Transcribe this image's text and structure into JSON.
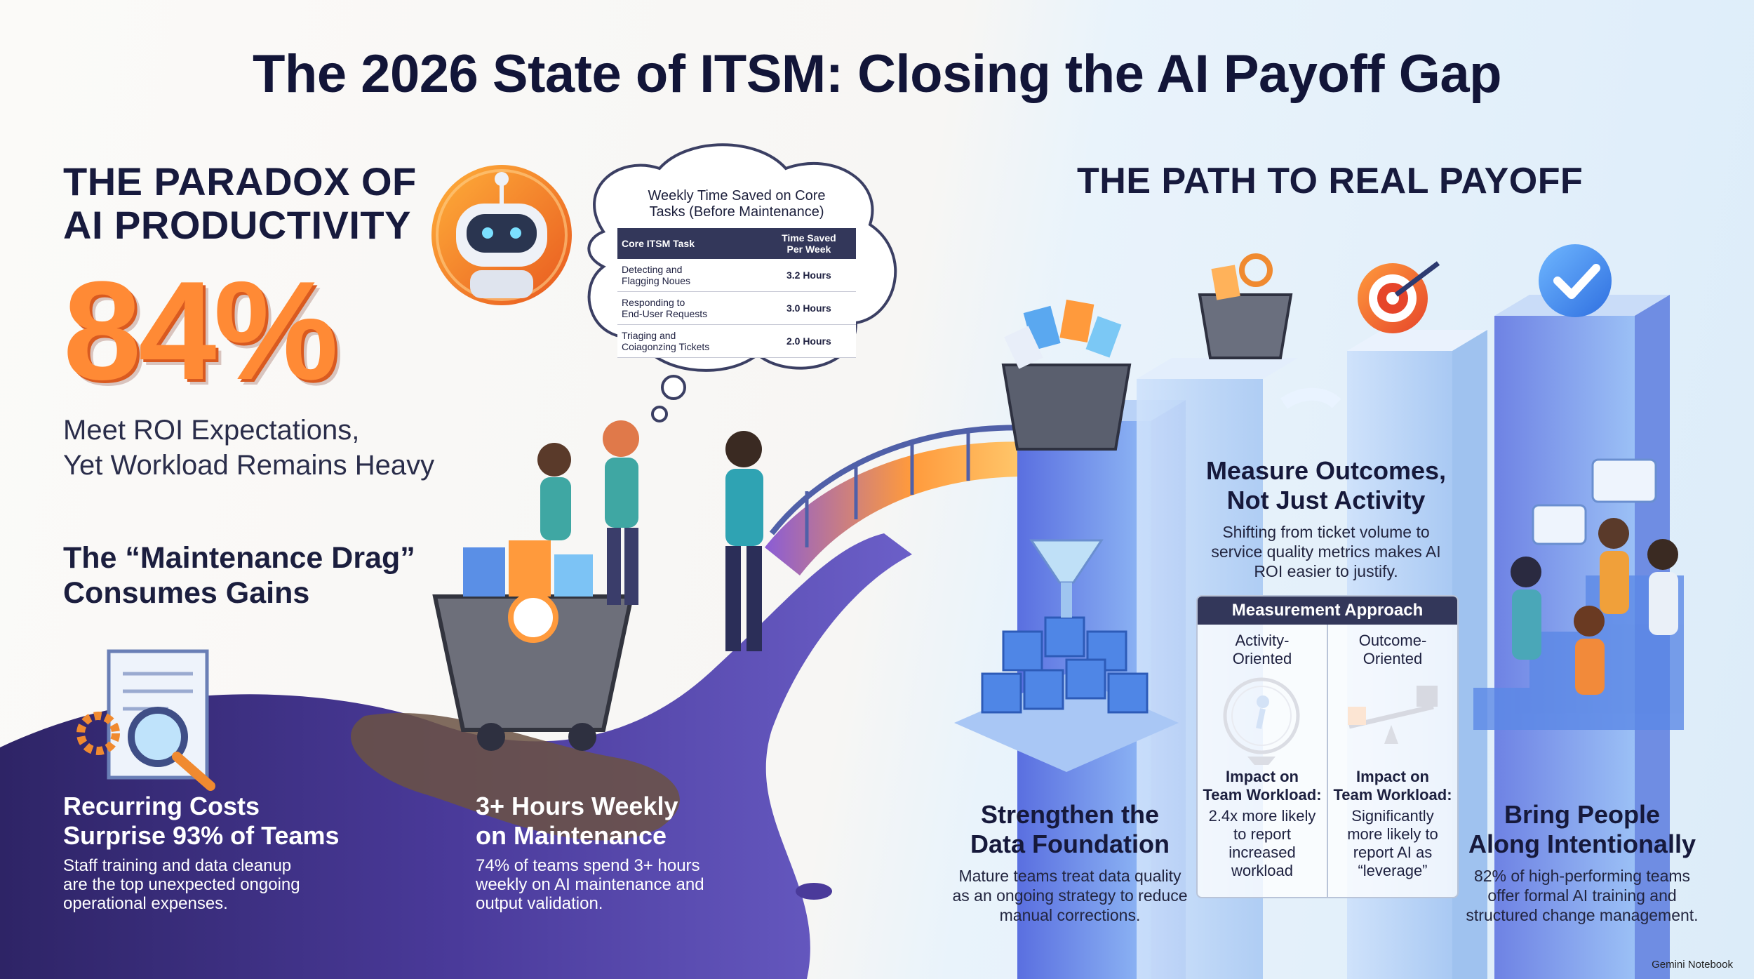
{
  "title": "The 2026 State of ITSM: Closing the AI Payoff Gap",
  "left": {
    "heading_line1": "THE PARADOX OF",
    "heading_line2": "AI PRODUCTIVITY",
    "stat": "84%",
    "stat_line1": "Meet ROI Expectations,",
    "stat_line2": "Yet Workload Remains Heavy",
    "drag_line1": "The “Maintenance Drag”",
    "drag_line2": "Consumes Gains",
    "costs": {
      "title_line1": "Recurring Costs",
      "title_line2": "Surprise 93% of Teams",
      "body_line1": "Staff training and data cleanup",
      "body_line2": "are the top unexpected ongoing",
      "body_line3": "operational expenses."
    },
    "hours": {
      "title_line1": "3+ Hours Weekly",
      "title_line2": "on Maintenance",
      "body_line1": "74% of teams spend 3+ hours",
      "body_line2": "weekly on AI maintenance and",
      "body_line3": "output validation."
    }
  },
  "bubble": {
    "title_line1": "Weekly Time Saved on Core",
    "title_line2": "Tasks (Before Maintenance)",
    "col1": "Core ITSM Task",
    "col2_line1": "Time Saved",
    "col2_line2": "Per Week",
    "rows": [
      {
        "task_line1": "Detecting and",
        "task_line2": "Flagging Noues",
        "value": "3.2 Hours"
      },
      {
        "task_line1": "Responding to",
        "task_line2": "End-User Requests",
        "value": "3.0 Hours"
      },
      {
        "task_line1": "Triaging and",
        "task_line2": "Coiagonzing Tickets",
        "value": "2.0 Hours"
      }
    ]
  },
  "right": {
    "heading": "THE PATH TO REAL PAYOFF",
    "measure": {
      "title_line1": "Measure Outcomes,",
      "title_line2": "Not Just Activity",
      "body_line1": "Shifting from ticket volume to",
      "body_line2": "service quality metrics makes AI",
      "body_line3": "ROI easier to justify."
    },
    "panel": {
      "header": "Measurement Approach",
      "left_label_line1": "Activity-",
      "left_label_line2": "Oriented",
      "right_label_line1": "Outcome-",
      "right_label_line2": "Oriented",
      "impact_line1": "Impact on",
      "impact_line2": "Team Workload:",
      "left_impact": [
        "2.4x more likely",
        "to report",
        "increased",
        "workload"
      ],
      "right_impact": [
        "Significantly",
        "more likely to",
        "report AI as",
        "“leverage”"
      ]
    },
    "data": {
      "title_line1": "Strengthen the",
      "title_line2": "Data Foundation",
      "body_line1": "Mature teams treat data quality",
      "body_line2": "as an ongoing strategy to reduce",
      "body_line3": "manual corrections."
    },
    "people": {
      "title_line1": "Bring People",
      "title_line2": "Along Intentionally",
      "body_line1": "82% of high-performing teams",
      "body_line2": "offer formal AI training and",
      "body_line3": "structured change management."
    }
  },
  "footer": "Gemini Notebook",
  "colors": {
    "accent_orange": "#ff8a35",
    "river_purple": "#3c2f7c",
    "navy": "#33375a",
    "blue": "#4d8fe6"
  }
}
